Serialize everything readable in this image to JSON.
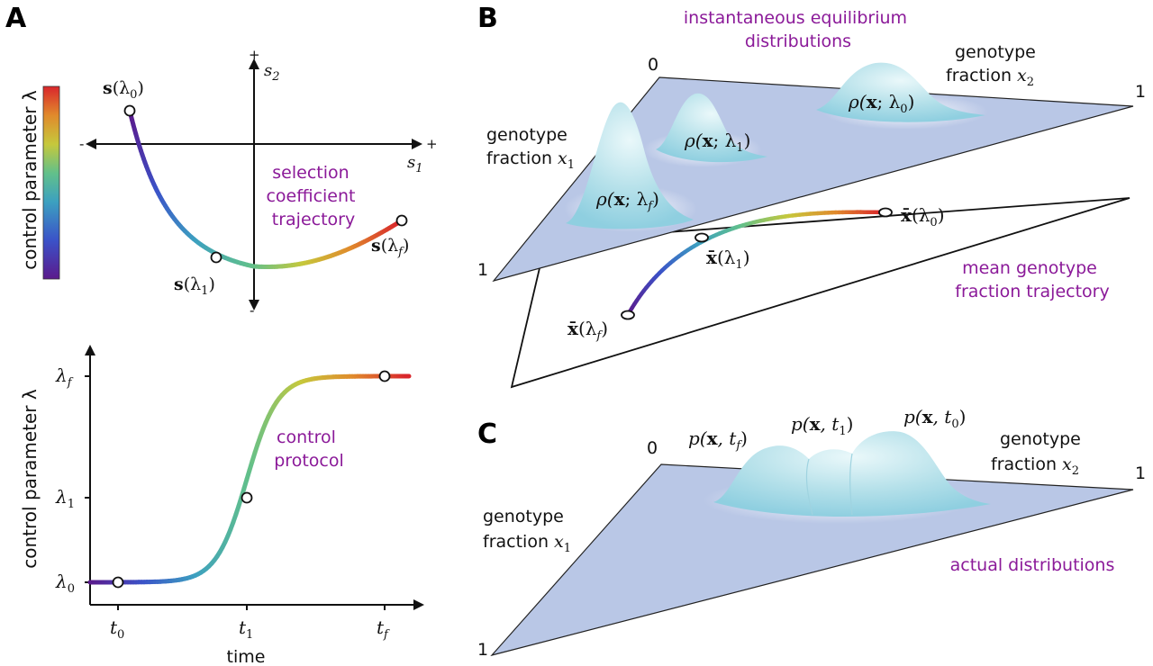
{
  "panels": {
    "a": "A",
    "b": "B",
    "c": "C"
  },
  "colors": {
    "annotation": "#8b1a99",
    "plane": "#b9c7e6",
    "peak_top": "#dff4f7",
    "peak_side": "#8fcfe0",
    "rainbow": [
      "#5b1a8c",
      "#3b52c8",
      "#3ca0c0",
      "#62c08a",
      "#c6c83c",
      "#e08a2c",
      "#d9262c"
    ]
  },
  "panel_a": {
    "colorbar_label": "control parameter λ",
    "phase": {
      "axis_plus_h": "+",
      "axis_minus_h": "-",
      "axis_plus_v": "+",
      "axis_minus_v": "-",
      "s1": "s",
      "s1_sub": "1",
      "s2": "s",
      "s2_sub": "2",
      "annotation": [
        "selection",
        "coefficient",
        "trajectory"
      ],
      "points": {
        "start": {
          "bold": "s",
          "open": "(λ",
          "sub": "0",
          "close": ")"
        },
        "mid": {
          "bold": "s",
          "open": "(λ",
          "sub": "1",
          "close": ")"
        },
        "end": {
          "bold": "s",
          "open": "(λ",
          "sub": "f",
          "close": ")"
        }
      }
    },
    "protocol": {
      "ylabel": "control parameter λ",
      "xlabel": "time",
      "annotation": [
        "control",
        "protocol"
      ],
      "y_ticks": [
        {
          "main": "λ",
          "sub": "f"
        },
        {
          "main": "λ",
          "sub": "1"
        },
        {
          "main": "λ",
          "sub": "0"
        }
      ],
      "x_ticks": [
        {
          "main": "t",
          "sub": "0"
        },
        {
          "main": "t",
          "sub": "1"
        },
        {
          "main": "t",
          "sub": "f"
        }
      ]
    }
  },
  "panel_b": {
    "title": [
      "instantaneous equilibrium",
      "distributions"
    ],
    "corner_0": "0",
    "corner_1_right": "1",
    "corner_1_left": "1",
    "x2_label": [
      "genotype",
      "fraction "
    ],
    "x2_var": {
      "main": "x",
      "sub": "2"
    },
    "x1_label": [
      "genotype",
      "fraction "
    ],
    "x1_var": {
      "main": "x",
      "sub": "1"
    },
    "rho_labels": [
      {
        "pre": "ρ(",
        "bold": "x",
        "mid": "; λ",
        "sub": "0",
        "post": ")"
      },
      {
        "pre": "ρ(",
        "bold": "x",
        "mid": "; λ",
        "sub": "1",
        "post": ")"
      },
      {
        "pre": "ρ(",
        "bold": "x",
        "mid": "; λ",
        "sub": "f",
        "post": ")"
      }
    ],
    "mean_labels": [
      {
        "bold": "x̄",
        "mid": "(λ",
        "sub": "0",
        "post": ")"
      },
      {
        "bold": "x̄",
        "mid": "(λ",
        "sub": "1",
        "post": ")"
      },
      {
        "bold": "x̄",
        "mid": "(λ",
        "sub": "f",
        "post": ")"
      }
    ],
    "trajectory_annotation": [
      "mean genotype",
      "fraction trajectory"
    ]
  },
  "panel_c": {
    "corner_0": "0",
    "corner_1_right": "1",
    "corner_1_left": "1",
    "x2_label": [
      "genotype",
      "fraction "
    ],
    "x2_var": {
      "main": "x",
      "sub": "2"
    },
    "x1_label": [
      "genotype",
      "fraction "
    ],
    "x1_var": {
      "main": "x",
      "sub": "1"
    },
    "p_labels": [
      {
        "pre": "p(",
        "bold": "x",
        "mid": ", t",
        "sub": "f",
        "post": ")"
      },
      {
        "pre": "p(",
        "bold": "x",
        "mid": ", t",
        "sub": "1",
        "post": ")"
      },
      {
        "pre": "p(",
        "bold": "x",
        "mid": ", t",
        "sub": "0",
        "post": ")"
      }
    ],
    "annotation": "actual distributions"
  }
}
